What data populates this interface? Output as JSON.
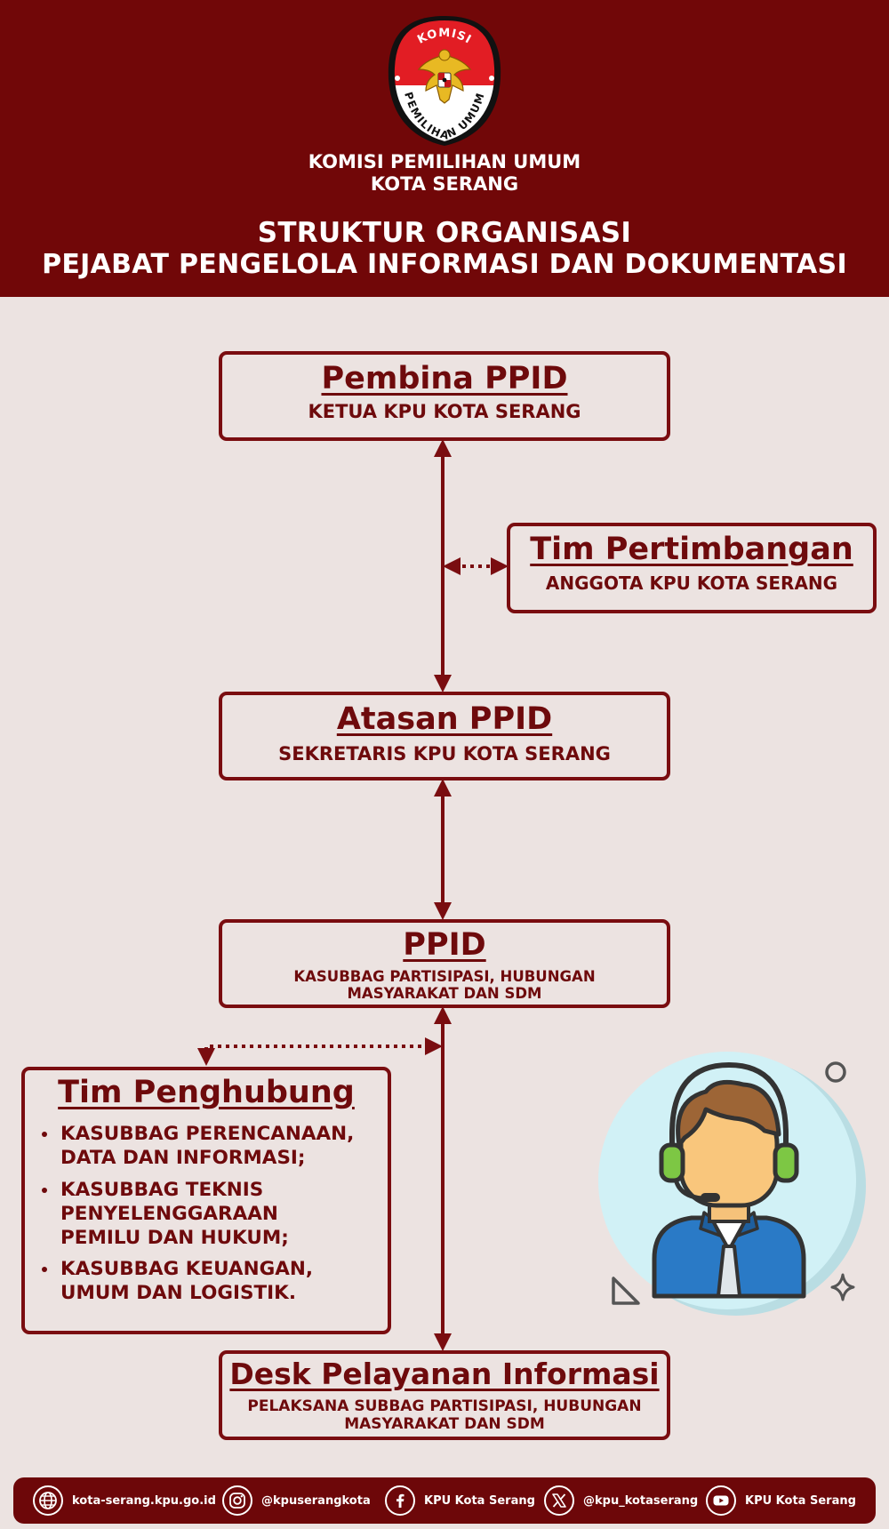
{
  "header": {
    "logo_text_top": "KOMISI",
    "logo_text_bottom": "PEMILIHAN UMUM",
    "org_line1": "KOMISI PEMILIHAN UMUM",
    "org_line2": "KOTA SERANG",
    "title_line1": "STRUKTUR ORGANISASI",
    "title_line2": "PEJABAT PENGELOLA INFORMASI DAN DOKUMENTASI"
  },
  "nodes": {
    "pembina": {
      "title": "Pembina PPID",
      "subtitle": "KETUA KPU KOTA SERANG"
    },
    "pertimbangan": {
      "title": "Tim Pertimbangan",
      "subtitle": "ANGGOTA KPU KOTA SERANG"
    },
    "atasan": {
      "title": "Atasan PPID",
      "subtitle": "SEKRETARIS KPU KOTA SERANG"
    },
    "ppid": {
      "title": "PPID",
      "subtitle_line1": "KASUBBAG PARTISIPASI, HUBUNGAN",
      "subtitle_line2": "MASYARAKAT DAN SDM"
    },
    "penghubung": {
      "title": "Tim Penghubung",
      "items": [
        {
          "line1": "KASUBBAG PERENCANAAN,",
          "line2": "DATA DAN INFORMASI;"
        },
        {
          "line1": "KASUBBAG TEKNIS",
          "line2": "PENYELENGGARAAN",
          "line3": "PEMILU DAN HUKUM;"
        },
        {
          "line1": "KASUBBAG KEUANGAN,",
          "line2": "UMUM DAN LOGISTIK."
        }
      ]
    },
    "desk": {
      "title": "Desk Pelayanan Informasi",
      "subtitle_line1": "PELAKSANA SUBBAG PARTISIPASI, HUBUNGAN",
      "subtitle_line2": "MASYARAKAT DAN SDM"
    }
  },
  "footer": {
    "website": {
      "icon": "globe-icon",
      "label": "kota-serang.kpu.go.id"
    },
    "instagram": {
      "icon": "instagram-icon",
      "label": "@kpuserangkota"
    },
    "facebook": {
      "icon": "facebook-icon",
      "label": "KPU Kota Serang"
    },
    "x": {
      "icon": "x-icon",
      "label": "@kpu_kotaserang"
    },
    "youtube": {
      "icon": "youtube-icon",
      "label": "KPU Kota Serang"
    }
  },
  "colors": {
    "header_bg": "#710708",
    "page_bg": "#ece3e1",
    "accent": "#7a0d10",
    "text_dark_red": "#6e0a0c",
    "white": "#ffffff"
  }
}
